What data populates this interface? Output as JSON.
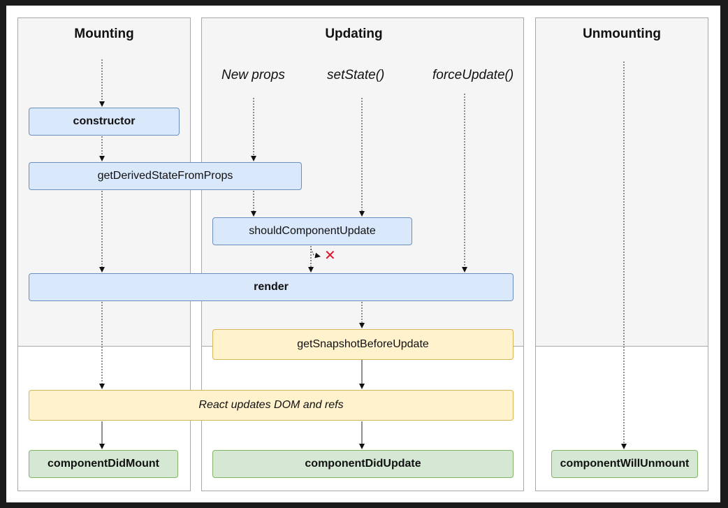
{
  "columns": {
    "mounting": "Mounting",
    "updating": "Updating",
    "unmounting": "Unmounting"
  },
  "triggers": {
    "new_props": "New props",
    "set_state": "setState()",
    "force_update": "forceUpdate()"
  },
  "methods": {
    "constructor": "constructor",
    "get_derived_state": "getDerivedStateFromProps",
    "should_component_update": "shouldComponentUpdate",
    "render": "render",
    "get_snapshot": "getSnapshotBeforeUpdate",
    "react_updates": "React updates DOM and refs",
    "did_mount": "componentDidMount",
    "did_update": "componentDidUpdate",
    "will_unmount": "componentWillUnmount"
  },
  "skip_marker": "✕",
  "colors": {
    "render_phase_bg": "#f5f5f5",
    "blue_fill": "#dae8fc",
    "blue_stroke": "#6c8ebf",
    "yellow_fill": "#fff2cc",
    "yellow_stroke": "#d6b656",
    "green_fill": "#d5e8d4",
    "green_stroke": "#82b366",
    "skip_red": "#e3122b"
  }
}
